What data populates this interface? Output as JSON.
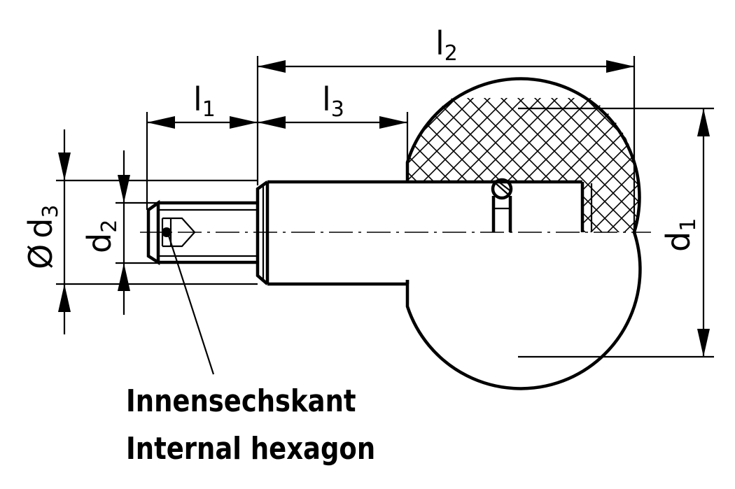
{
  "dimensions": {
    "l1": {
      "main": "l",
      "sub": "1"
    },
    "l2": {
      "main": "l",
      "sub": "2"
    },
    "l3": {
      "main": "l",
      "sub": "3"
    },
    "d1": {
      "main": "d",
      "sub": "1"
    },
    "d2": {
      "main": "d",
      "sub": "2"
    },
    "d3": {
      "prefix": "Ø",
      "main": "d",
      "sub": "3"
    }
  },
  "callout": {
    "label_de": "Innensechskant",
    "label_en": "Internal hexagon"
  }
}
